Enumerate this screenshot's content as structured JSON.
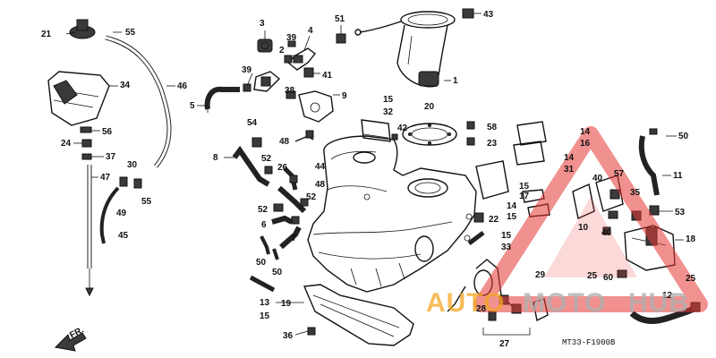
{
  "diagram": {
    "code": "MT33-F1900B",
    "direction_label": "FR.",
    "callouts": [
      "1",
      "2",
      "3",
      "4",
      "5",
      "6",
      "7",
      "8",
      "9",
      "10",
      "11",
      "12",
      "13",
      "14",
      "15",
      "16",
      "17",
      "18",
      "19",
      "20",
      "21",
      "22",
      "23",
      "24",
      "25",
      "26",
      "27",
      "28",
      "29",
      "30",
      "31",
      "32",
      "33",
      "34",
      "35",
      "36",
      "37",
      "38",
      "39",
      "40",
      "41",
      "42",
      "43",
      "44",
      "45",
      "46",
      "47",
      "48",
      "49",
      "50",
      "51",
      "52",
      "53",
      "54",
      "55",
      "56",
      "57",
      "58",
      "60"
    ],
    "labels_count_note": ""
  },
  "watermark": {
    "text_a": "AUTO",
    "text_b": "MOTO",
    "text_c": "HUB",
    "color_orange": "#f5a623",
    "color_gray": "#b0b0b0",
    "color_red": "#e53935"
  }
}
